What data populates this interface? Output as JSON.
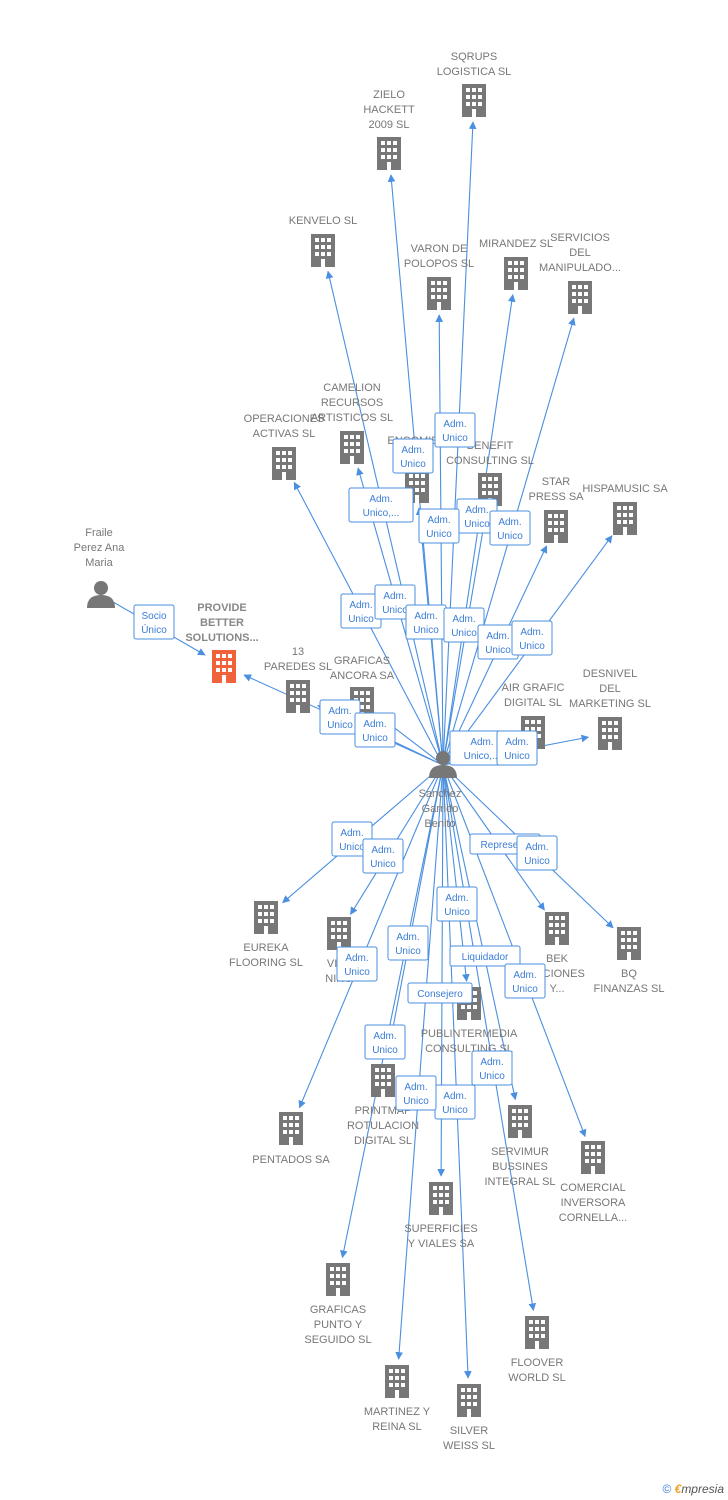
{
  "colors": {
    "edge": "#4a8fe0",
    "building": "#777777",
    "focus": "#f0623a",
    "person": "#777777"
  },
  "center_person": {
    "name": [
      "Sanchez",
      "Garrido",
      "Benito"
    ],
    "icon": "person-icon"
  },
  "other_person": {
    "name": [
      "Fraile",
      "Perez Ana",
      "Maria"
    ],
    "icon": "person-icon"
  },
  "focus_company": {
    "name": [
      "PROVIDE",
      "BETTER",
      "SOLUTIONS..."
    ],
    "icon": "building-icon"
  },
  "companies": [
    {
      "id": "sqrups",
      "name": [
        "SQRUPS",
        "LOGISTICA  SL"
      ]
    },
    {
      "id": "zielo",
      "name": [
        "ZIELO",
        "HACKETT",
        "2009 SL"
      ]
    },
    {
      "id": "kenvelo",
      "name": [
        "KENVELO  SL"
      ]
    },
    {
      "id": "varon",
      "name": [
        "VARON DE",
        "POLOPOS SL"
      ]
    },
    {
      "id": "mirandez",
      "name": [
        "MIRANDEZ SL"
      ]
    },
    {
      "id": "servicios",
      "name": [
        "SERVICIOS",
        "DEL",
        "MANIPULADO..."
      ]
    },
    {
      "id": "camelion",
      "name": [
        "CAMELION",
        "RECURSOS",
        "ARTISTICOS SL"
      ]
    },
    {
      "id": "operaciones",
      "name": [
        "OPERACIONES",
        "ACTIVAS SL"
      ]
    },
    {
      "id": "encomienda",
      "name": [
        "ENCOMIEN",
        "D..."
      ]
    },
    {
      "id": "benefit",
      "name": [
        "BENEFIT",
        "CONSULTING SL"
      ]
    },
    {
      "id": "star",
      "name": [
        "STAR",
        "PRESS SA"
      ]
    },
    {
      "id": "hispamusic",
      "name": [
        "HISPAMUSIC SA"
      ]
    },
    {
      "id": "13paredes",
      "name": [
        "13",
        "PAREDES SL"
      ]
    },
    {
      "id": "graficasancora",
      "name": [
        "GRAFICAS",
        "ANCORA SA"
      ]
    },
    {
      "id": "airgrafic",
      "name": [
        "AIR GRAFIC",
        "DIGITAL SL"
      ]
    },
    {
      "id": "desnivel",
      "name": [
        "DESNIVEL",
        "DEL",
        "MARKETING SL"
      ]
    },
    {
      "id": "eureka",
      "name": [
        "EUREKA",
        "FLOORING SL"
      ]
    },
    {
      "id": "vivanino",
      "name": [
        "VIVA",
        "NIÑO"
      ]
    },
    {
      "id": "bek",
      "name": [
        "BEK",
        "LACIONES",
        "Y..."
      ]
    },
    {
      "id": "bq",
      "name": [
        "BQ",
        "FINANZAS SL"
      ]
    },
    {
      "id": "publintermedia",
      "name": [
        "PUBLINTERMEDIA",
        "CONSULTING SL"
      ]
    },
    {
      "id": "printmap",
      "name": [
        "PRINTMAP",
        "ROTULACION",
        "DIGITAL SL"
      ]
    },
    {
      "id": "pentados",
      "name": [
        "PENTADOS SA"
      ]
    },
    {
      "id": "servimur",
      "name": [
        "SERVIMUR",
        "BUSSINES",
        "INTEGRAL SL"
      ]
    },
    {
      "id": "comercial",
      "name": [
        "COMERCIAL",
        "INVERSORA",
        "CORNELLA..."
      ]
    },
    {
      "id": "superficies",
      "name": [
        "SUPERFICIES",
        "Y VIALES SA"
      ]
    },
    {
      "id": "graficaspunto",
      "name": [
        "GRAFICAS",
        "PUNTO Y",
        "SEGUIDO SL"
      ]
    },
    {
      "id": "floover",
      "name": [
        "FLOOVER",
        "WORLD SL"
      ]
    },
    {
      "id": "martinez",
      "name": [
        "MARTINEZ Y",
        "REINA SL"
      ]
    },
    {
      "id": "silver",
      "name": [
        "SILVER",
        "WEISS SL"
      ]
    }
  ],
  "relations": [
    {
      "target": "focus",
      "label": [
        "Socio",
        "Único"
      ]
    },
    {
      "target": "camelion",
      "label": [
        "Adm.",
        "Unico"
      ]
    },
    {
      "target": "encomienda",
      "label": [
        "Adm.",
        "Unico"
      ]
    },
    {
      "target": "operaciones",
      "label": [
        "Adm.",
        "Unico,..."
      ]
    },
    {
      "target": "benefit",
      "label": [
        "Adm.",
        "Unico"
      ]
    },
    {
      "target": "varon",
      "label": [
        "Adm.",
        "Unico"
      ]
    },
    {
      "target": "mirandez",
      "label": [
        "Adm.",
        "Unico"
      ]
    },
    {
      "target": "kenvelo",
      "label": [
        "Adm.",
        "Unico"
      ]
    },
    {
      "target": "zielo",
      "label": [
        "Adm.",
        "Unico"
      ]
    },
    {
      "target": "sqrups",
      "label": [
        "Adm.",
        "Unico"
      ]
    },
    {
      "target": "servicios",
      "label": [
        "Adm.",
        "Unico"
      ]
    },
    {
      "target": "star",
      "label": [
        "Adm.",
        "Unico"
      ]
    },
    {
      "target": "hispamusic",
      "label": [
        "Adm.",
        "Unico"
      ]
    },
    {
      "target": "13paredes",
      "label": [
        "Adm.",
        "Unico"
      ]
    },
    {
      "target": "graficasancora",
      "label": [
        "Adm.",
        "Unico"
      ]
    },
    {
      "target": "airgrafic",
      "label": [
        "Adm.",
        "Unico,..."
      ]
    },
    {
      "target": "desnivel",
      "label": [
        "Adm.",
        "Unico"
      ]
    },
    {
      "target": "eureka",
      "label": [
        "Adm.",
        "Unico"
      ]
    },
    {
      "target": "vivanino",
      "label": [
        "Adm.",
        "Unico"
      ]
    },
    {
      "target": "bek",
      "label": [
        "Represent."
      ]
    },
    {
      "target": "bq",
      "label": [
        "Adm.",
        "Unico"
      ]
    },
    {
      "target": "publintermedia",
      "label": [
        "Liquidador"
      ]
    },
    {
      "target": "servimur",
      "label": [
        "Consejero"
      ]
    },
    {
      "target": "comercial",
      "label": [
        "Adm.",
        "Unico"
      ]
    },
    {
      "target": "pentados",
      "label": [
        "Adm.",
        "Unico"
      ]
    },
    {
      "target": "superficies",
      "label": [
        "Adm.",
        "Unico"
      ]
    },
    {
      "target": "graficaspunto",
      "label": [
        "Adm.",
        "Unico"
      ]
    },
    {
      "target": "floover",
      "label": [
        "Adm.",
        "Unico"
      ]
    },
    {
      "target": "martinez",
      "label": [
        "Adm.",
        "Unico"
      ]
    },
    {
      "target": "silver",
      "label": [
        "Adm.",
        "Unico"
      ]
    },
    {
      "target": "printmap",
      "label": [
        "Adm.",
        "Unico"
      ]
    }
  ],
  "footer": {
    "copyright": "©",
    "brand_first": "€",
    "brand_rest": "mpresia"
  }
}
